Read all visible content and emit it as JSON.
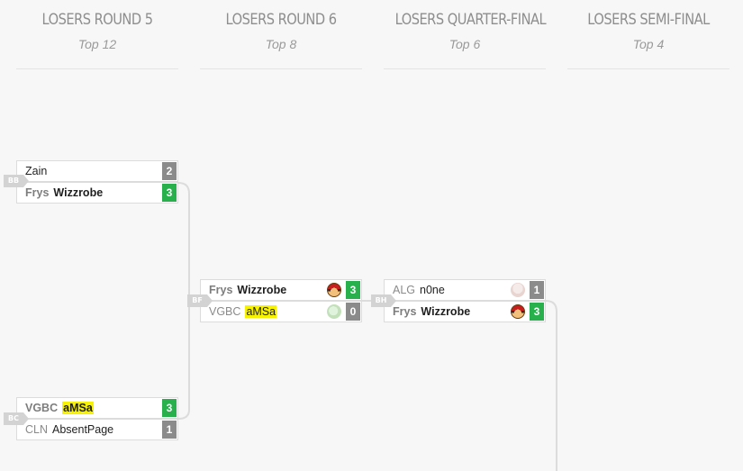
{
  "columns": [
    {
      "title": "LOSERS ROUND 5",
      "subtitle": "Top 12"
    },
    {
      "title": "LOSERS ROUND 6",
      "subtitle": "Top 8"
    },
    {
      "title": "LOSERS QUARTER-FINAL",
      "subtitle": "Top 6"
    },
    {
      "title": "LOSERS SEMI-FINAL",
      "subtitle": "Top 4"
    }
  ],
  "matches": {
    "bb": {
      "id": "BB",
      "top": {
        "team": "",
        "tag": "Zain",
        "score": "2"
      },
      "bottom": {
        "team": "Frys",
        "tag": "Wizzrobe",
        "score": "3"
      }
    },
    "bc": {
      "id": "BC",
      "top": {
        "team": "VGBC",
        "tag": "aMSa",
        "score": "3"
      },
      "bottom": {
        "team": "CLN",
        "tag": "AbsentPage",
        "score": "1"
      }
    },
    "bf": {
      "id": "BF",
      "top": {
        "team": "Frys",
        "tag": "Wizzrobe",
        "score": "3",
        "character": "mario-icon"
      },
      "bottom": {
        "team": "VGBC",
        "tag": "aMSa",
        "score": "0",
        "character": "yoshi-icon"
      }
    },
    "bh": {
      "id": "BH",
      "top": {
        "team": "ALG",
        "tag": "n0ne",
        "score": "1",
        "character": "captain-falcon-icon"
      },
      "bottom": {
        "team": "Frys",
        "tag": "Wizzrobe",
        "score": "3",
        "character": "mario-icon"
      }
    }
  },
  "colors": {
    "win": "#27b04c",
    "lose": "#8b8b8b",
    "highlight": "#f7f200"
  }
}
